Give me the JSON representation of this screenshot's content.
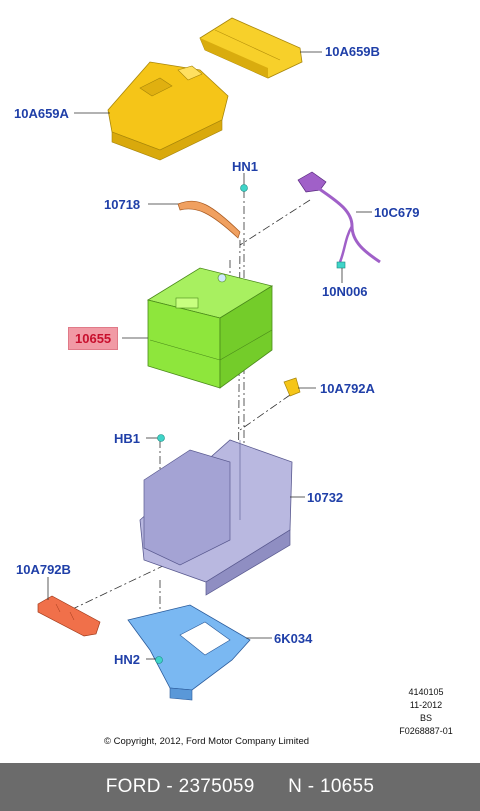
{
  "parts": [
    {
      "id": "lid_cover",
      "label": "10A659B"
    },
    {
      "id": "top_cover",
      "label": "10A659A"
    },
    {
      "id": "bolt_top",
      "label": "HN1"
    },
    {
      "id": "hold_down",
      "label": "10718"
    },
    {
      "id": "cable",
      "label": "10C679"
    },
    {
      "id": "cable_clip",
      "label": "10N006"
    },
    {
      "id": "battery",
      "label": "10655",
      "highlight": true
    },
    {
      "id": "clip_right",
      "label": "10A792A"
    },
    {
      "id": "bolt_left",
      "label": "HB1"
    },
    {
      "id": "tray",
      "label": "10732"
    },
    {
      "id": "pad_left",
      "label": "10A792B"
    },
    {
      "id": "bracket",
      "label": "6K034"
    },
    {
      "id": "bolt_bottom",
      "label": "HN2"
    }
  ],
  "meta_lines": [
    "4140105",
    "11-2012",
    "BS",
    "F0268887-01"
  ],
  "copyright": "© Copyright, 2012, Ford Motor Company Limited",
  "footer": {
    "brand": "FORD",
    "separator": "-",
    "part_number": "2375059",
    "note": "N - 10655"
  },
  "colors": {
    "label": "#1f3fa8",
    "highlight_bg": "#f19aa5",
    "highlight_text": "#c8102e",
    "battery": "#8ee63c",
    "cover": "#f5c518",
    "tray": "#b9b8e0",
    "bracket": "#6fb0f0",
    "pad": "#f0704a",
    "cable": "#a060c8",
    "footer_bg": "#6b6b6b"
  }
}
